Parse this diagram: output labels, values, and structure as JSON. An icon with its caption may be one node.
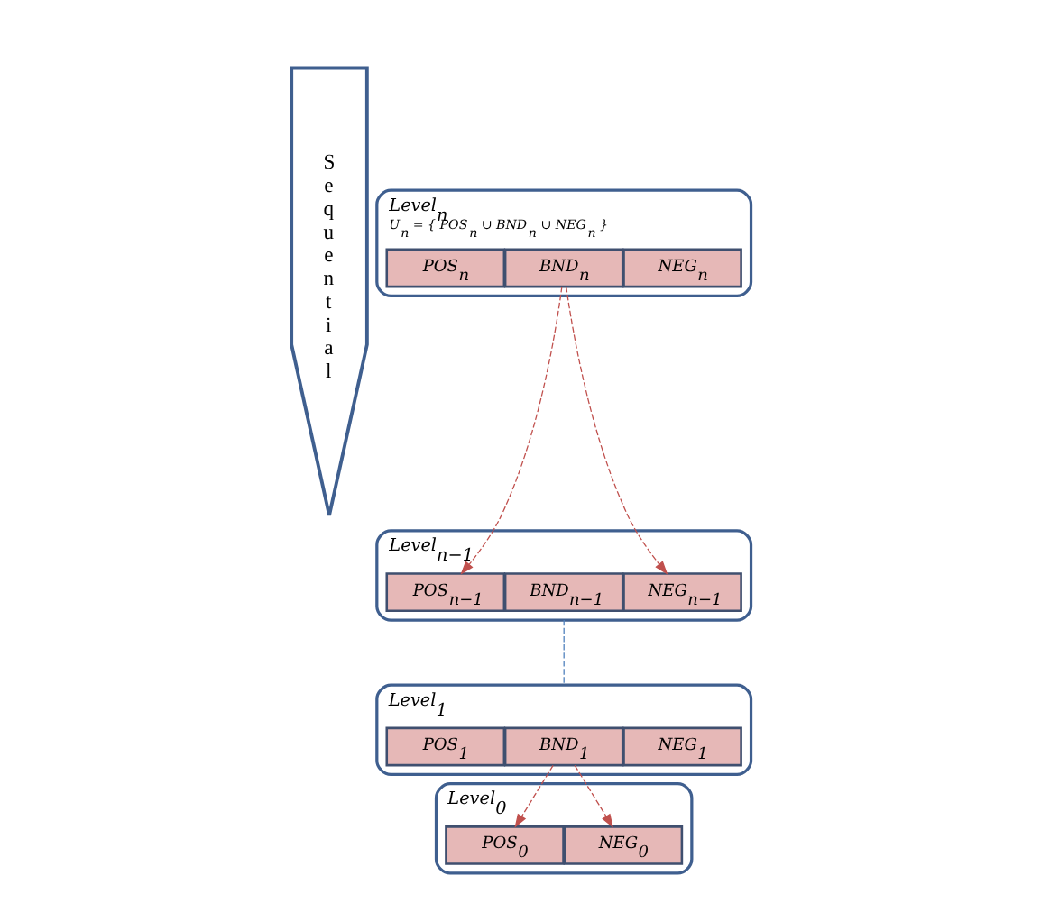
{
  "diagram": {
    "nodes": [
      {
        "text": [
          "Sequential"
        ]
      },
      {
        "text": [
          "Level$_{n}$",
          "U$_{n}$ = { POS$_{n}$ ∪ BND$_{n}$ ∪ NEG$_{n}$ }"
        ]
      },
      {
        "text": [
          "POS$_{n}$"
        ],
        "in": 1
      },
      {
        "text": [
          "BND$_{n}$"
        ],
        "in": 1
      },
      {
        "text": [
          "NEG$_{n}$"
        ],
        "in": 1
      },
      {
        "text": [
          "Level$_{n−1}$"
        ]
      },
      {
        "text": [
          "POS$_{n−1}$"
        ],
        "in": 5
      },
      {
        "text": [
          "BND$_{n−1}$"
        ],
        "in": 5
      },
      {
        "text": [
          "NEG$_{n−1}$"
        ],
        "in": 5
      },
      {
        "text": [
          "Level$_{1}$"
        ]
      },
      {
        "text": [
          "POS$_{1}$"
        ],
        "in": 9
      },
      {
        "text": [
          "BND$_{1}$"
        ],
        "in": 9
      },
      {
        "text": [
          "NEG$_{1}$"
        ],
        "in": 9
      },
      {
        "text": [
          "Level$_{0}$"
        ]
      },
      {
        "text": [
          "POS$_{0}$"
        ],
        "in": 13
      },
      {
        "text": [
          "NEG$_{0}$"
        ],
        "in": 13
      }
    ],
    "edges": [
      {
        "from": 3,
        "to": 6,
        "arrow": "to",
        "style": "dashed"
      },
      {
        "from": 3,
        "to": 8,
        "arrow": "to",
        "style": "dashed"
      },
      {
        "from": 5,
        "to": 9,
        "arrow": "none",
        "style": "dashed",
        "color": "#4f81bd"
      },
      {
        "from": 11,
        "to": 14,
        "arrow": "to",
        "style": "dashed"
      },
      {
        "from": 11,
        "to": 15,
        "arrow": "to",
        "style": "dashed"
      }
    ]
  }
}
